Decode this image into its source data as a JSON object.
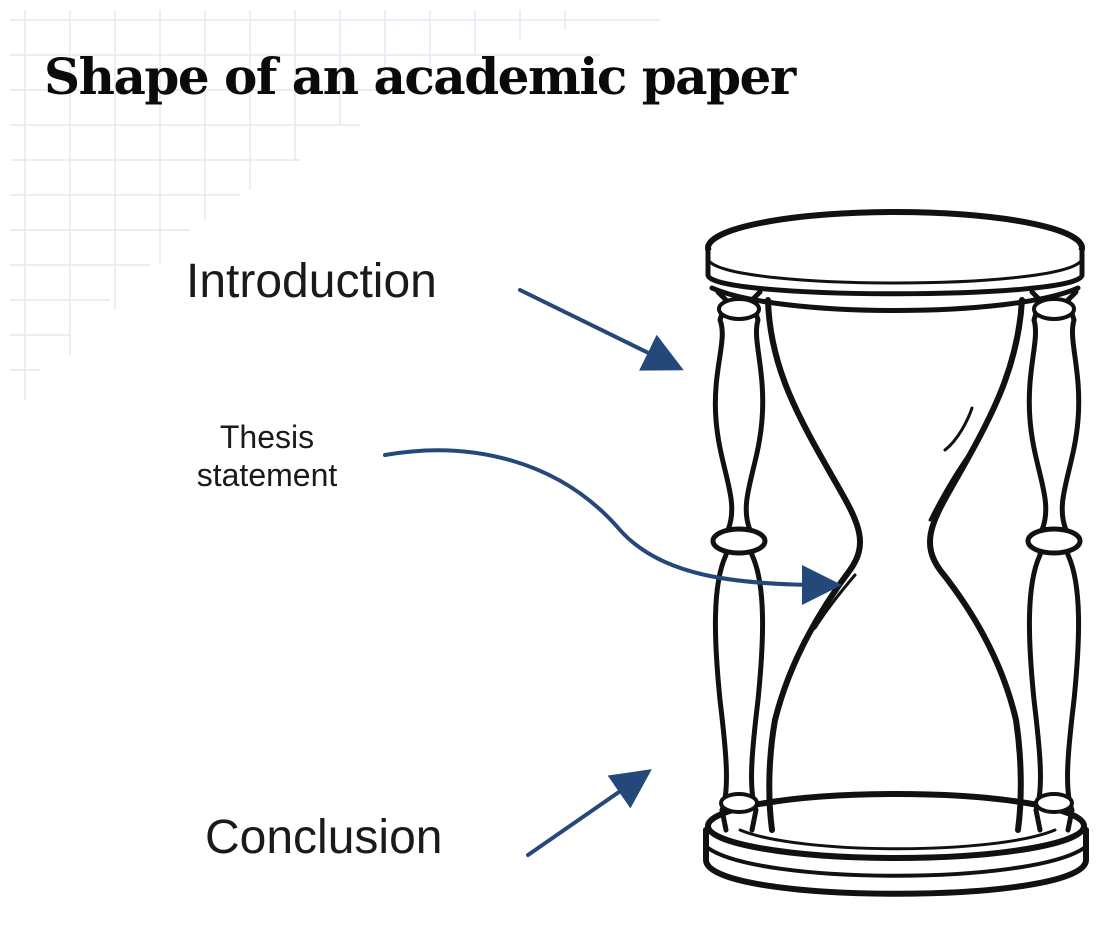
{
  "title": "Shape of an academic paper",
  "labels": {
    "introduction": "Introduction",
    "thesis_line1": "Thesis",
    "thesis_line2": "statement",
    "conclusion": "Conclusion"
  },
  "colors": {
    "arrow": "#24487a",
    "ink": "#111111",
    "grid": "#dfe6f0"
  },
  "illustration": "hourglass"
}
